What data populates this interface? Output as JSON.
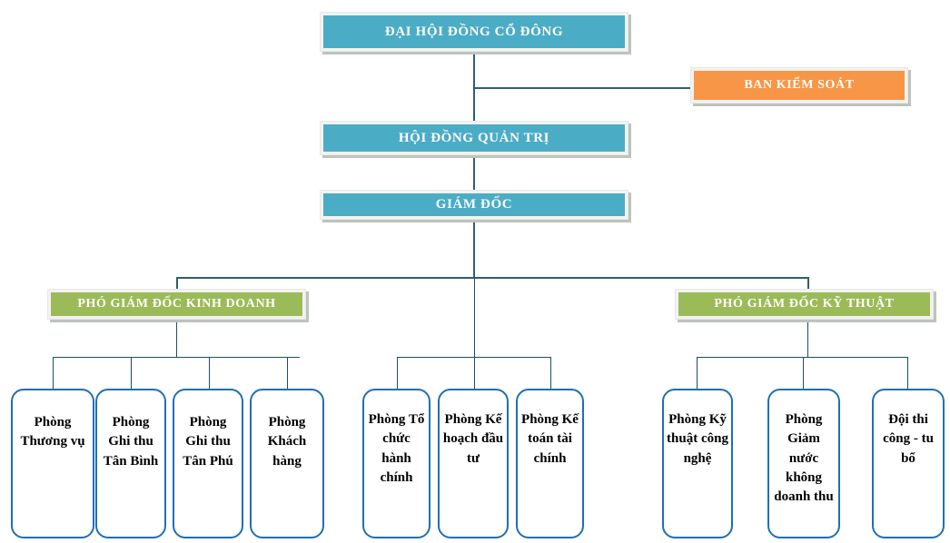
{
  "diagram": {
    "title": "So do to chuc",
    "colors": {
      "teal": "#4bacc6",
      "orange": "#f79646",
      "green": "#9bbb59",
      "leaf_border": "#1f6fb5",
      "connector": "#2e5f6e",
      "text_on_fill": "#ffffff",
      "text_leaf": "#000000",
      "background": "#ffffff"
    },
    "nodes": {
      "shareholders": "ĐẠI HỘI ĐỒNG CỔ ĐÔNG",
      "supervisory": "BAN KIỂM SOÁT",
      "board": "HỘI ĐỒNG QUẢN TRỊ",
      "director": "GIÁM ĐỐC",
      "deputy_business": "PHÓ GIÁM ĐỐC KINH DOANH",
      "deputy_technical": "PHÓ GIÁM ĐỐC KỸ THUẬT"
    },
    "departments": {
      "business": [
        "Phòng Thương vụ",
        "Phòng Ghi thu Tân Bình",
        "Phòng Ghi thu Tân Phú",
        "Phòng Khách hàng"
      ],
      "central": [
        "Phòng Tổ chức hành chính",
        "Phòng Kế hoạch đầu tư",
        "Phòng Kế toán tài chính"
      ],
      "technical": [
        "Phòng Kỹ thuật công nghệ",
        "Phòng Giảm nước không doanh thu",
        "Đội thi công - tu bổ"
      ]
    }
  }
}
